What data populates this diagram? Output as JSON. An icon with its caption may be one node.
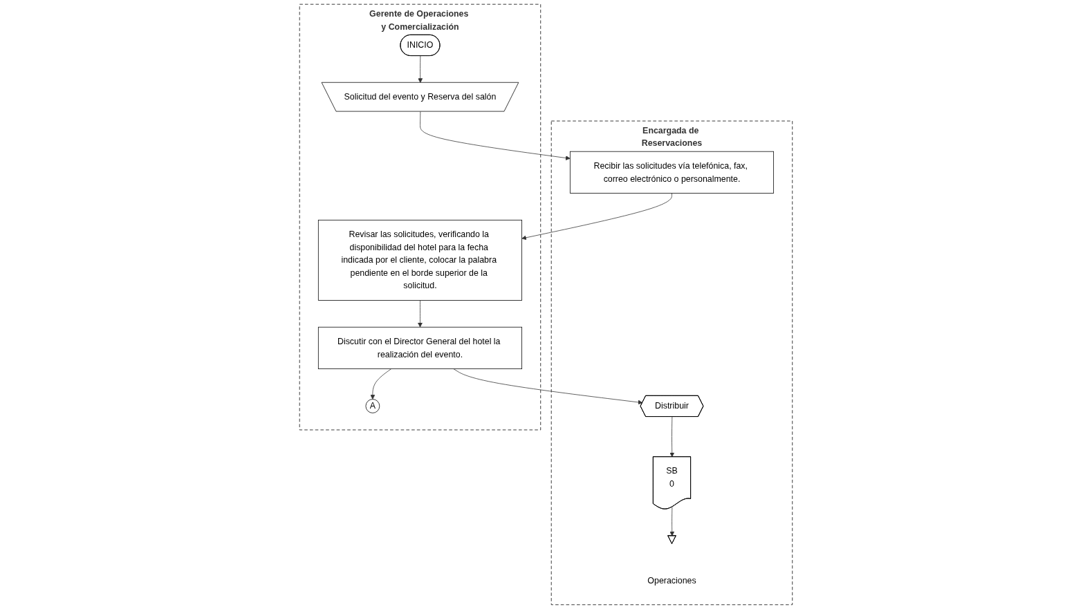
{
  "diagram": {
    "nodes": [
      {
        "text": [
          "Gerente de Operaciones y Comercialización"
        ]
      },
      {
        "text": [
          "Encargada de Reservaciones"
        ]
      },
      {
        "text": [
          "INICIO"
        ],
        "in": 0
      },
      {
        "text": [
          "Solicitud del evento y Reserva del salón"
        ],
        "in": 0
      },
      {
        "text": [
          "Recibir las solicitudes vía telefónica, fax, correo electrónico o personalmente."
        ],
        "in": 1
      },
      {
        "text": [
          "Revisar las solicitudes, verificando la disponibilidad del hotel para la fecha indicada por el cliente, colocar la palabra pendiente en el borde superior de la solicitud."
        ],
        "in": 0
      },
      {
        "text": [
          "Discutir con el Director General del hotel la realización del evento."
        ],
        "in": 0
      },
      {
        "text": [
          "A"
        ],
        "in": 0
      },
      {
        "text": [
          "Distribuir"
        ],
        "in": 1
      },
      {
        "text": [
          "SB",
          "0"
        ],
        "in": 1
      },
      {
        "text": [],
        "shape": "triangle",
        "beside": [
          "Operaciones"
        ],
        "in": 1
      }
    ],
    "edges": [
      {
        "from": 2,
        "to": 3,
        "arrow": "to"
      },
      {
        "from": 3,
        "to": 4,
        "arrow": "to"
      },
      {
        "from": 4,
        "to": 5,
        "arrow": "to"
      },
      {
        "from": 5,
        "to": 6,
        "arrow": "to"
      },
      {
        "from": 6,
        "to": 8,
        "arrow": "to"
      },
      {
        "from": 6,
        "to": 7,
        "arrow": "to"
      },
      {
        "from": 8,
        "to": 9,
        "arrow": "to"
      },
      {
        "from": 9,
        "to": 10,
        "arrow": "to"
      }
    ]
  }
}
